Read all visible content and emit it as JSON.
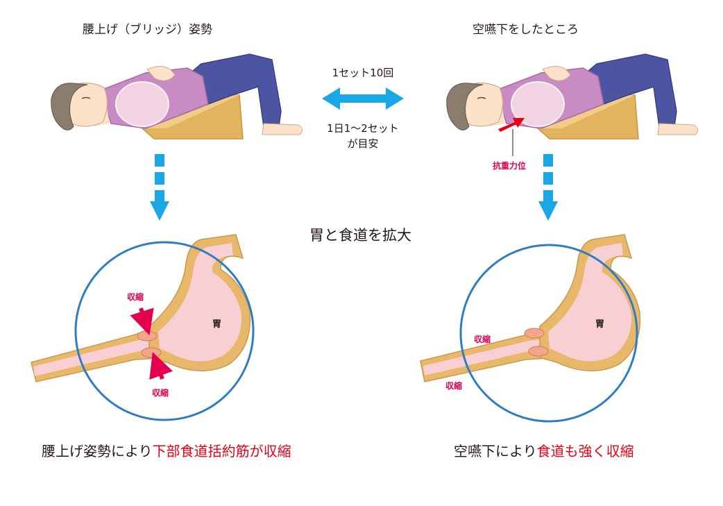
{
  "left": {
    "title": "腰上げ（ブリッジ）姿勢",
    "stomach_label": "胃",
    "contraction_top": "収縮",
    "contraction_bottom": "収縮",
    "caption_prefix": "腰上げ姿勢により",
    "caption_highlight": "下部食道括約筋が収縮"
  },
  "right": {
    "title": "空嚥下をしたところ",
    "antigravity_label": "抗重力位",
    "stomach_label": "胃",
    "contraction_top": "収縮",
    "contraction_bottom": "収縮",
    "caption_prefix": "空嚥下により",
    "caption_highlight": "食道も強く収縮"
  },
  "center": {
    "set_count": "1セット10回",
    "daily_target_line1": "1日1～2セット",
    "daily_target_line2": "が目安",
    "magnify_label": "胃と食道を拡大"
  },
  "colors": {
    "arrow_blue": "#1aa7e6",
    "circle_blue": "#2e7cc4",
    "highlight_red": "#e60012",
    "contraction_pink": "#e4004f",
    "stomach_pink": "#f8cfd3",
    "stomach_wall": "#e8b86a",
    "shirt": "#c98bc3",
    "pants": "#4d55a3",
    "cushion": "#e3b45e",
    "hair": "#8b7d6e"
  },
  "icons": [
    "bidirectional-arrow-icon",
    "dashed-down-arrow-icon",
    "red-push-arrow-icon"
  ]
}
